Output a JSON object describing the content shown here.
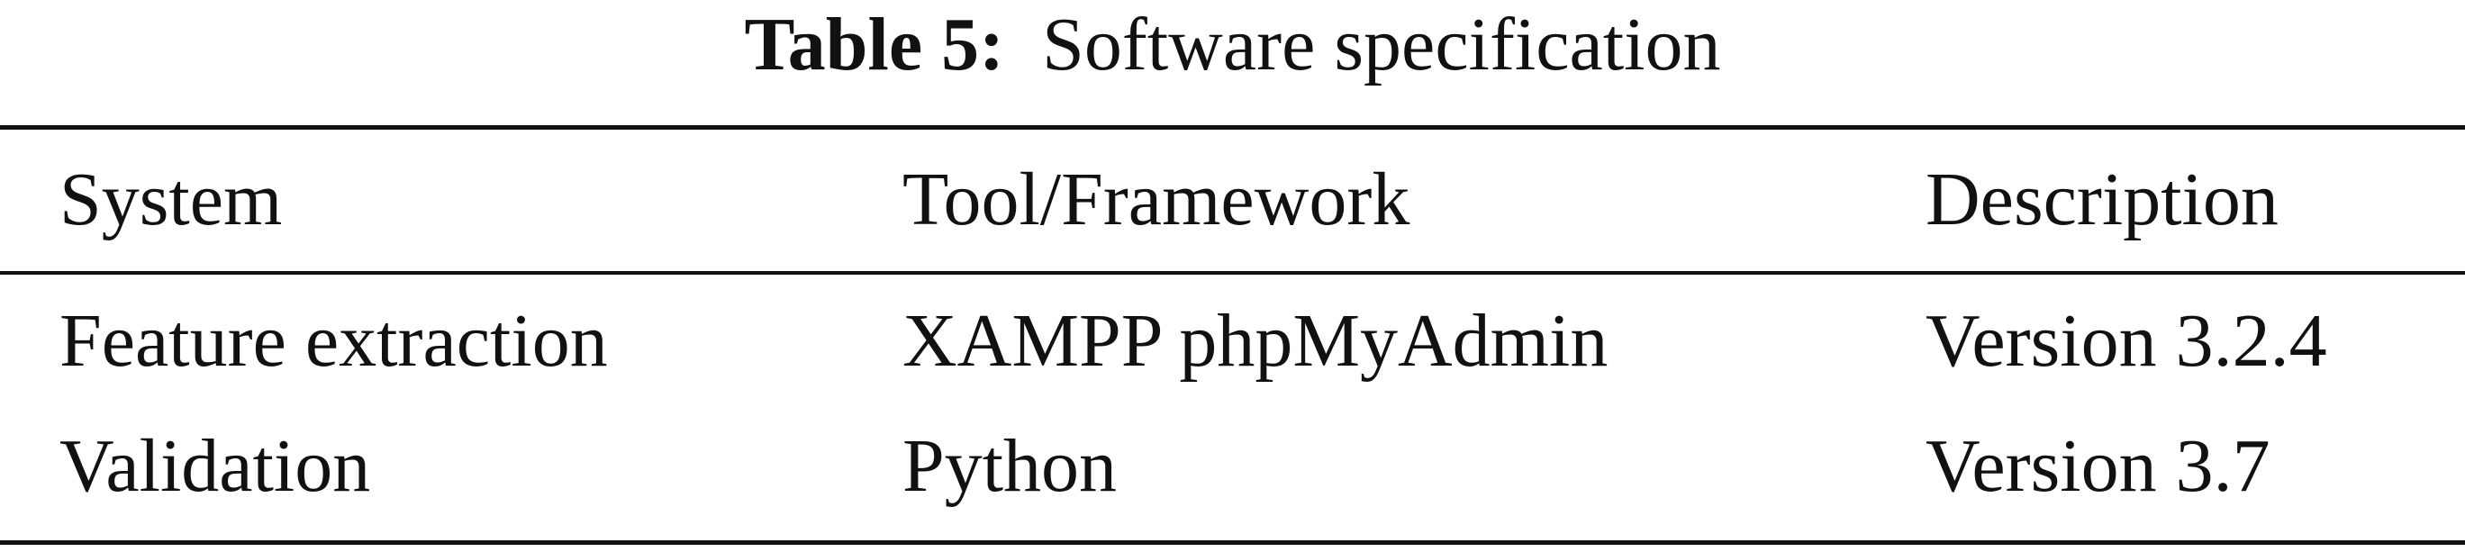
{
  "caption": {
    "label": "Table 5:",
    "text": "Software specification"
  },
  "table": {
    "headers": [
      "System",
      "Tool/Framework",
      "Description"
    ],
    "rows": [
      [
        "Feature extraction",
        "XAMPP phpMyAdmin",
        "Version 3.2.4"
      ],
      [
        "Validation",
        "Python",
        "Version 3.7"
      ]
    ]
  }
}
